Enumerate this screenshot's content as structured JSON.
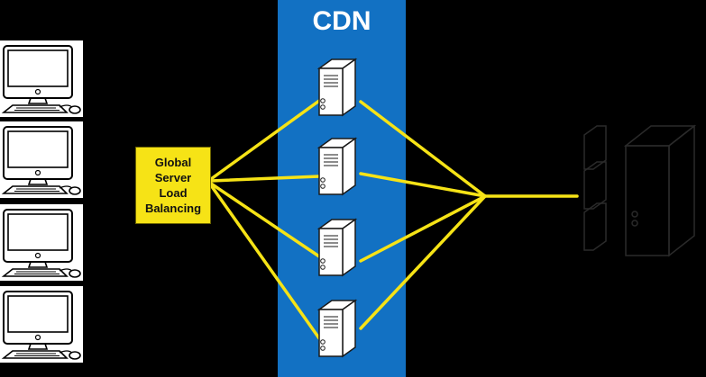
{
  "cdn": {
    "title": "CDN"
  },
  "gslb": {
    "lines": [
      "Global",
      "Server",
      "Load",
      "Balancing"
    ]
  },
  "colors": {
    "cdn_background": "#1271c3",
    "link_line": "#f6e316",
    "gslb_fill": "#f6e316",
    "client_fill": "#ffffff",
    "origin_outline": "#2a2a2a"
  },
  "icons": {
    "client": "desktop-computer-icon",
    "edge_server": "server-tower-icon",
    "origin": "origin-server-icon",
    "origin_part": "server-rack-segment-icon"
  },
  "clients": [
    {
      "id": "client-1"
    },
    {
      "id": "client-2"
    },
    {
      "id": "client-3"
    },
    {
      "id": "client-4"
    }
  ],
  "edge_servers": [
    {
      "id": "edge-1"
    },
    {
      "id": "edge-2"
    },
    {
      "id": "edge-3"
    },
    {
      "id": "edge-4"
    }
  ]
}
